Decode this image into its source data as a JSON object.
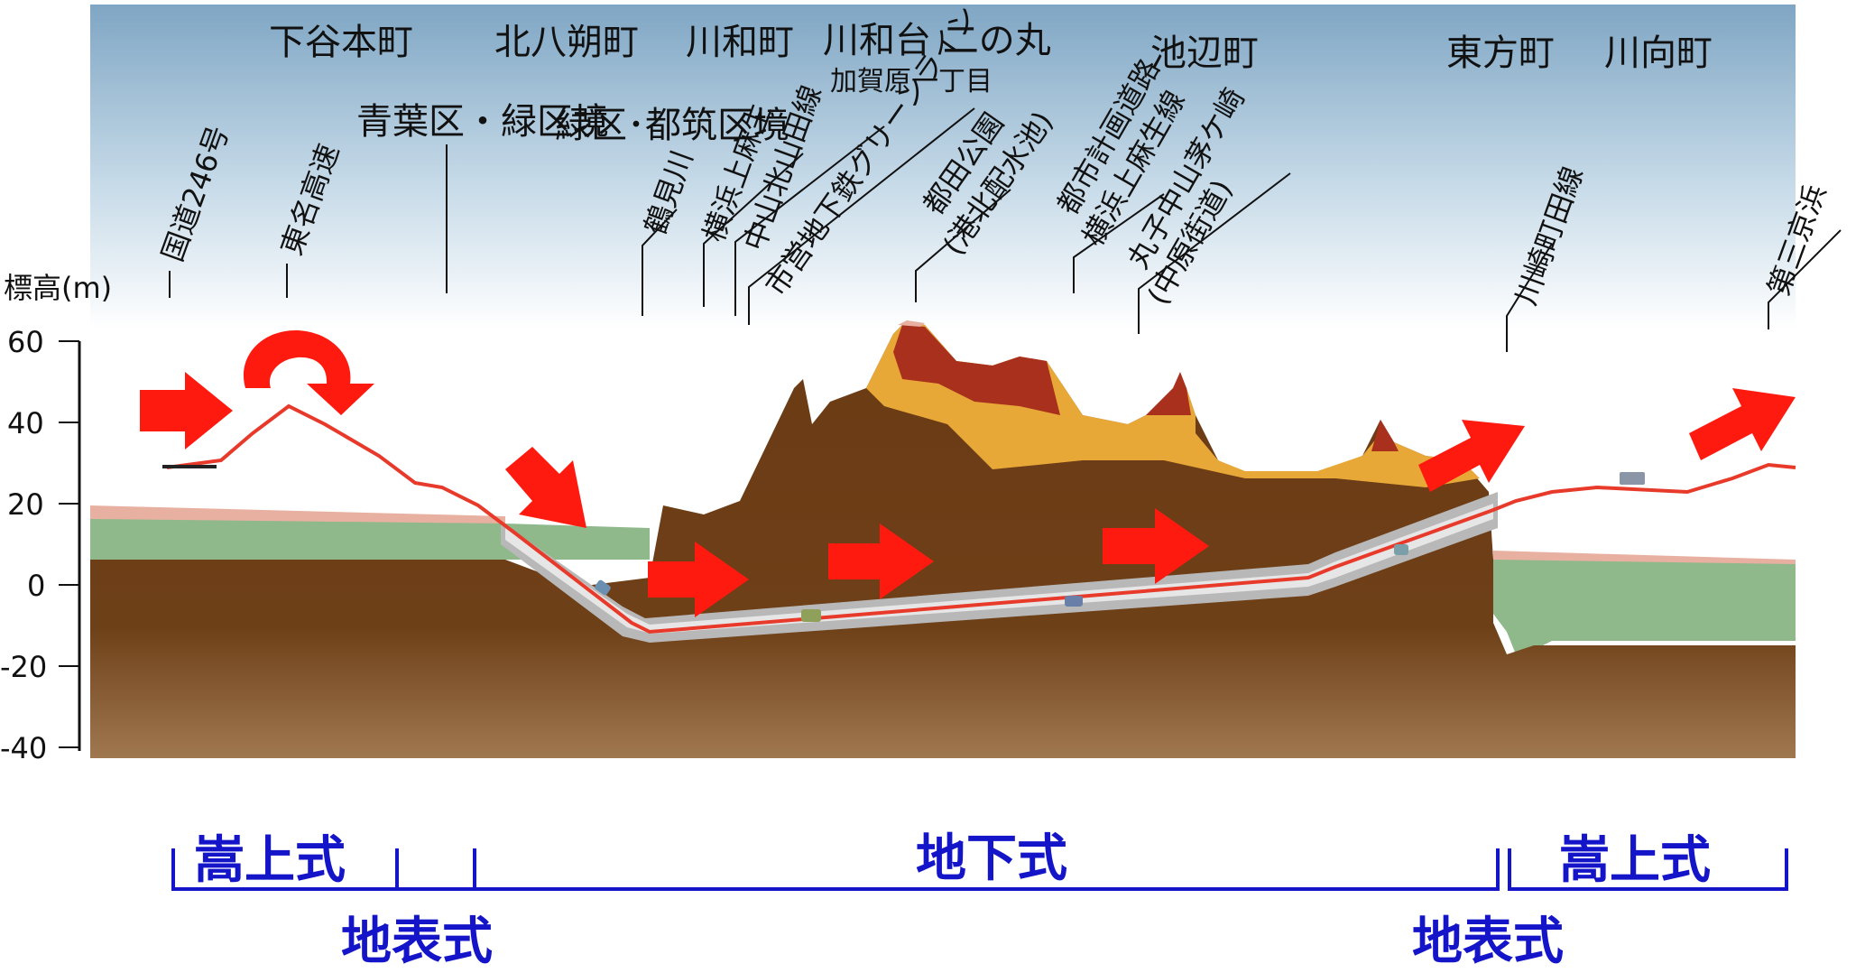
{
  "axis": {
    "title": "標高(m)",
    "ticks": [
      "60",
      "40",
      "20",
      "0",
      "-20",
      "-40"
    ]
  },
  "towns": {
    "shimoyamotocho": "下谷本町",
    "kitahassakucho": "北八朔町",
    "kawawacho": "川和町",
    "kawawadai": "川和台 二の丸",
    "kagahara": "加賀原一丁目",
    "ikenobecho": "池辺町",
    "higashikatacho": "東方町",
    "kawamukocho": "川向町"
  },
  "boundaries": {
    "aoba_midori": "青葉区・緑区境",
    "midori_tsuzuki": "緑区･都筑区境"
  },
  "crossings": {
    "route246": "国道246号",
    "tomei": "東名高速",
    "tsurumigawa": "鶴見川",
    "yokohama_kamiasao": "横浜上麻生",
    "nakayama_kitayamada": "中山北山田線",
    "green_line": "市営地下鉄グリーンライン",
    "tsuzuki_park": "都田公園",
    "kohoku_pond": "(港北配水池)",
    "city_road": "都市計画道路",
    "city_road_2": "横浜上麻生線",
    "maruko": "丸子中山茅ケ崎",
    "nakahara": "(中原街道)",
    "kawasaki": "川崎町田線",
    "daisan_keihin": "第三京浜"
  },
  "modes": {
    "elevated_left": "嵩上式",
    "underground": "地下式",
    "elevated_right": "嵩上式",
    "surface_left": "地表式",
    "surface_right": "地表式"
  },
  "colors": {
    "sky_top": "#7fa6c4",
    "ground_brown": "#6b3a14",
    "green_layer": "#8fb98a",
    "orange_layer": "#e8a838",
    "red_layer": "#a8301c",
    "route_red": "#e83a2a",
    "arrow_red": "#ff1a10",
    "mode_blue": "#1414c8"
  }
}
